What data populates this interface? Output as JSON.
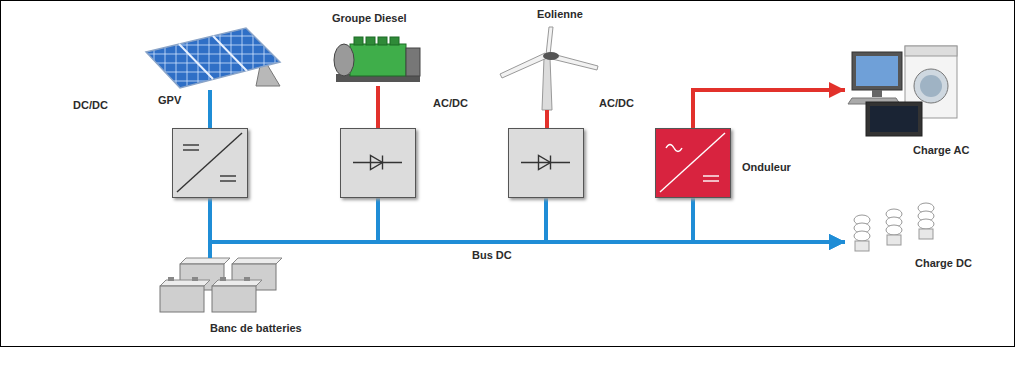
{
  "diagram": {
    "nodes": [
      {
        "text": [
          "GPV"
        ]
      },
      {
        "text": [
          "DC/DC"
        ]
      },
      {
        "text": [
          "Groupe Diesel"
        ]
      },
      {
        "text": [
          "AC/DC"
        ]
      },
      {
        "text": [
          "Eolienne"
        ]
      },
      {
        "text": [
          "AC/DC"
        ]
      },
      {
        "text": [
          "Onduleur"
        ]
      },
      {
        "text": [
          "Charge AC"
        ]
      },
      {
        "text": [
          "Charge DC"
        ]
      },
      {
        "text": [
          "Banc de batteries"
        ]
      }
    ],
    "edges": [
      {
        "from": 0,
        "to": 1,
        "arrow": "none"
      },
      {
        "from": 1,
        "to": 9,
        "arrow": "none"
      },
      {
        "from": 2,
        "to": 3,
        "arrow": "none"
      },
      {
        "from": 4,
        "to": 5,
        "arrow": "none"
      },
      {
        "from": 1,
        "to": 8,
        "arrow": "to",
        "label": "Bus DC"
      },
      {
        "from": 3,
        "to": 8,
        "arrow": "to"
      },
      {
        "from": 5,
        "to": 8,
        "arrow": "to"
      },
      {
        "from": 1,
        "to": 6,
        "arrow": "none"
      },
      {
        "from": 6,
        "to": 7,
        "arrow": "to"
      }
    ]
  }
}
